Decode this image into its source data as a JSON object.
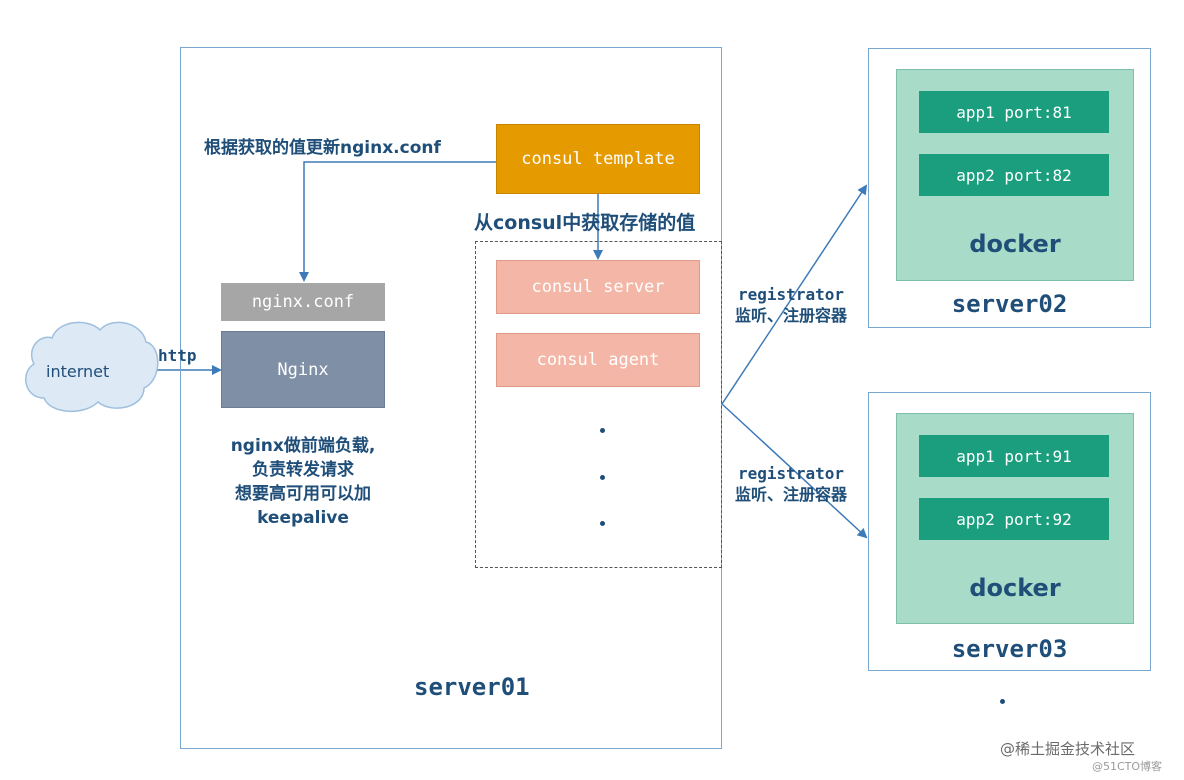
{
  "servers": {
    "server01": "server01",
    "server02": "server02",
    "server03": "server03"
  },
  "internet": "internet",
  "http_label": "http",
  "nginx_conf": "nginx.conf",
  "nginx": "Nginx",
  "nginx_note": [
    "nginx做前端负载,",
    "负责转发请求",
    "想要高可用可以加",
    "keepalive"
  ],
  "update_note": "根据获取的值更新nginx.conf",
  "consul_template": "consul template",
  "fetch_note": "从consul中获取存储的值",
  "consul_server": "consul server",
  "consul_agent": "consul agent",
  "registrator_top": [
    "registrator",
    "监听、注册容器"
  ],
  "registrator_bottom": [
    "registrator",
    "监听、注册容器"
  ],
  "server02_apps": [
    "app1 port:81",
    "app2 port:82"
  ],
  "server03_apps": [
    "app1 port:91",
    "app2 port:92"
  ],
  "docker": "docker",
  "watermark": {
    "main": "@稀土掘金技术社区",
    "sub": "@51CTO博客"
  },
  "colors": {
    "frame": "#7aa7d1",
    "consul_template": "#e59a00",
    "consul_node": "#f4b6a6",
    "nginx_conf": "#a6a6a6",
    "nginx": "#7f8fa6",
    "docker_bg": "#a8dcc8",
    "app": "#1a9e7e",
    "label": "#1f4e79"
  }
}
